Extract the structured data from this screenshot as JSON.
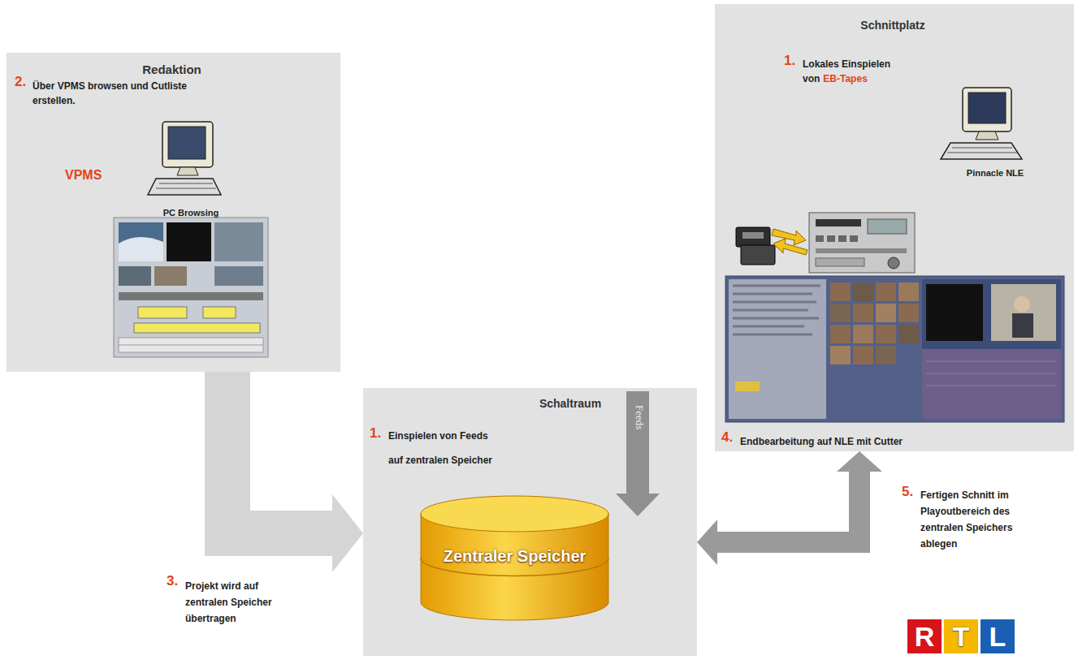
{
  "diagram": {
    "nodes": [
      {
        "text": [
          "Redaktion",
          "2.",
          "Über VPMS browsen und Cutliste erstellen.",
          "VPMS",
          "PC Browsing"
        ]
      },
      {
        "text": [
          "Schaltraum",
          "1.",
          "Einspielen von Feeds auf zentralen Speicher"
        ]
      },
      {
        "text": [
          "Zentraler Speicher"
        ],
        "in": 1
      },
      {
        "text": [
          "Schnittplatz",
          "1.",
          "Lokales Einspielen von",
          "EB-Tapes",
          "Pinnacle NLE",
          "4.",
          "Endbearbeitung auf NLE mit Cutter"
        ]
      }
    ],
    "edges": [
      {
        "from": 0,
        "to": 1,
        "arrow": "to",
        "label": "Projekt wird auf zentralen Speicher übertragen"
      },
      {
        "from": 1,
        "to": 3,
        "arrow": "both",
        "label": "Fertigen Schnitt im Playoutbereich des zentralen Speichers ablegen"
      }
    ],
    "labels": [
      "Feeds",
      "3.",
      "5.",
      "R",
      "T",
      "L"
    ]
  }
}
